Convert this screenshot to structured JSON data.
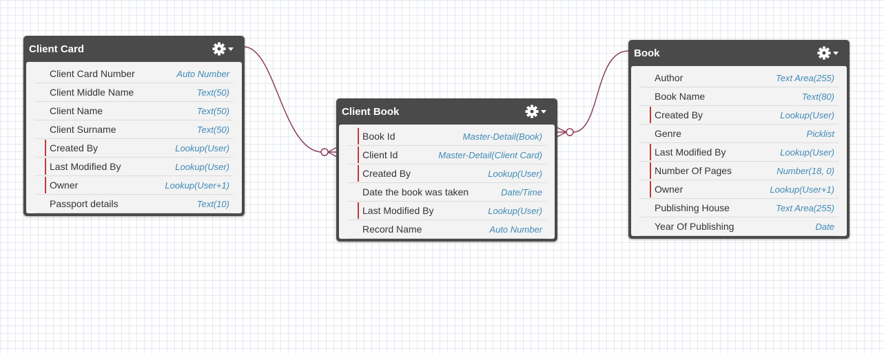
{
  "colors": {
    "card_header": "#4a4a4a",
    "card_body": "#f3f3f3",
    "field_type": "#3f8ab6",
    "required_marker": "#c23934",
    "connector": "#8c3d5a"
  },
  "objects": [
    {
      "title": "Client Card",
      "fields": [
        {
          "name": "Client Card Number",
          "type": "Auto Number",
          "required": false
        },
        {
          "name": "Client Middle Name",
          "type": "Text(50)",
          "required": false
        },
        {
          "name": "Client Name",
          "type": "Text(50)",
          "required": false
        },
        {
          "name": "Client Surname",
          "type": "Text(50)",
          "required": false
        },
        {
          "name": "Created By",
          "type": "Lookup(User)",
          "required": true
        },
        {
          "name": "Last Modified By",
          "type": "Lookup(User)",
          "required": true
        },
        {
          "name": "Owner",
          "type": "Lookup(User+1)",
          "required": true
        },
        {
          "name": "Passport details",
          "type": "Text(10)",
          "required": false
        }
      ]
    },
    {
      "title": "Client Book",
      "fields": [
        {
          "name": "Book Id",
          "type": "Master-Detail(Book)",
          "required": true
        },
        {
          "name": "Client Id",
          "type": "Master-Detail(Client Card)",
          "required": true
        },
        {
          "name": "Created By",
          "type": "Lookup(User)",
          "required": true
        },
        {
          "name": "Date the book was taken",
          "type": "Date/Time",
          "required": false
        },
        {
          "name": "Last Modified By",
          "type": "Lookup(User)",
          "required": true
        },
        {
          "name": "Record Name",
          "type": "Auto Number",
          "required": false
        }
      ]
    },
    {
      "title": "Book",
      "fields": [
        {
          "name": "Author",
          "type": "Text Area(255)",
          "required": false
        },
        {
          "name": "Book Name",
          "type": "Text(80)",
          "required": false
        },
        {
          "name": "Created By",
          "type": "Lookup(User)",
          "required": true
        },
        {
          "name": "Genre",
          "type": "Picklist",
          "required": false
        },
        {
          "name": "Last Modified By",
          "type": "Lookup(User)",
          "required": true
        },
        {
          "name": "Number Of Pages",
          "type": "Number(18, 0)",
          "required": true
        },
        {
          "name": "Owner",
          "type": "Lookup(User+1)",
          "required": true
        },
        {
          "name": "Publishing House",
          "type": "Text Area(255)",
          "required": false
        },
        {
          "name": "Year Of Publishing",
          "type": "Date",
          "required": false
        }
      ]
    }
  ],
  "relationships": [
    {
      "from": "Client Card",
      "to": "Client Book",
      "type": "master-detail"
    },
    {
      "from": "Book",
      "to": "Client Book",
      "type": "master-detail"
    }
  ]
}
